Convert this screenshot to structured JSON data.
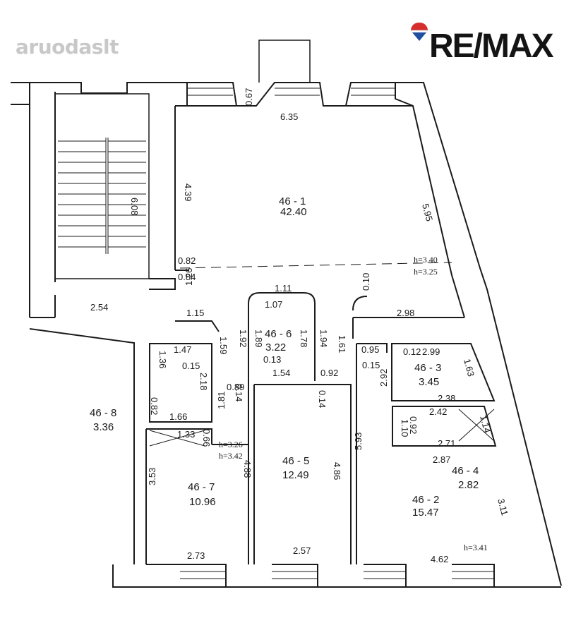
{
  "watermark": {
    "text": "aruodas",
    "suffix": "lt"
  },
  "logo": {
    "text": "RE/MAX",
    "balloon_colors": [
      "#d62d2d",
      "#ffffff",
      "#1e4fa0"
    ]
  },
  "rooms": [
    {
      "key": "r1",
      "id": "46 - 1",
      "area": "42.40"
    },
    {
      "key": "r2",
      "id": "46 - 2",
      "area": "15.47"
    },
    {
      "key": "r3",
      "id": "46 - 3",
      "area": "3.45"
    },
    {
      "key": "r4",
      "id": "46 - 4",
      "area": "2.82"
    },
    {
      "key": "r5",
      "id": "46 - 5",
      "area": "12.49"
    },
    {
      "key": "r6",
      "id": "46 - 6",
      "area": "3.22"
    },
    {
      "key": "r7",
      "id": "46 - 7",
      "area": "10.96"
    },
    {
      "key": "r8",
      "id": "46 - 8",
      "area": "3.36"
    }
  ],
  "heights": [
    "h=3.40",
    "h=3.25",
    "h=3.26",
    "h=3.42",
    "h=3.41"
  ],
  "dimensions": [
    "0.67",
    "6.35",
    "4.39",
    "5.95",
    "6.08",
    "0.82",
    "0.84",
    "1.26",
    "2.54",
    "1.15",
    "1.11",
    "1.07",
    "0.10",
    "2.98",
    "1.92",
    "1.89",
    "1.78",
    "1.94",
    "1.61",
    "1.59",
    "1.47",
    "0.15",
    "0.13",
    "1.54",
    "0.92",
    "0.95",
    "0.12",
    "2.99",
    "1.63",
    "0.15",
    "1.36",
    "2.18",
    "0.89",
    "0.14",
    "2.92",
    "2.38",
    "2.42",
    "0.82",
    "1.66",
    "1.81",
    "0.14",
    "1.10",
    "0.92",
    "1.14",
    "1.33",
    "0.66",
    "2.71",
    "2.87",
    "4.88",
    "4.86",
    "5.93",
    "3.53",
    "3.11",
    "2.73",
    "2.57",
    "4.62"
  ]
}
